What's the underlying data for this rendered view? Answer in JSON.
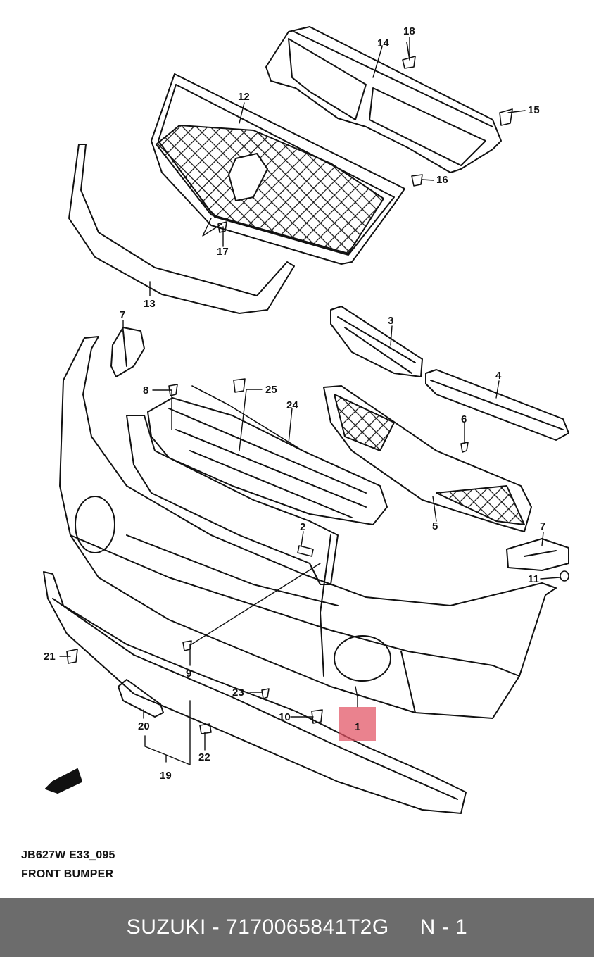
{
  "diagram": {
    "labels": {
      "p1": "1",
      "p2": "2",
      "p3": "3",
      "p4": "4",
      "p5": "5",
      "p6": "6",
      "p7a": "7",
      "p7b": "7",
      "p8": "8",
      "p9": "9",
      "p10": "10",
      "p11": "11",
      "p12": "12",
      "p13": "13",
      "p14": "14",
      "p15": "15",
      "p16": "16",
      "p17": "17",
      "p18": "18",
      "p19": "19",
      "p20": "20",
      "p21": "21",
      "p22": "22",
      "p23": "23",
      "p24": "24",
      "p25": "25"
    },
    "highlight_color": "#e25262"
  },
  "caption": {
    "code": "JB627W E33_095",
    "title": "FRONT BUMPER"
  },
  "footer": {
    "part_text": "SUZUKI - 7170065841T2G",
    "qty_text": "N - 1",
    "background": "#6c6c6c"
  }
}
